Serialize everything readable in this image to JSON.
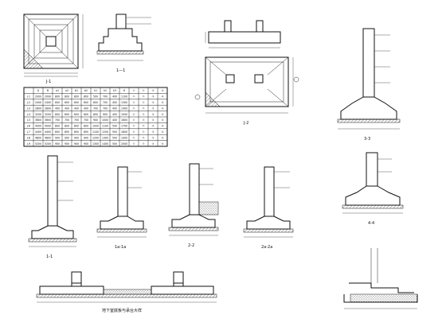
{
  "drawings": {
    "j1_plan_label": "J-1",
    "j1_section_label": "1—1",
    "j2_plan_label": "J-2",
    "s3_label": "3-3",
    "s4_label": "4-4",
    "s1_label": "1-1",
    "s1a_label": "1a-1a",
    "s2_label": "2-2",
    "s2a_label": "2a-2a",
    "bottom_caption": "地下室底板与承台大样"
  },
  "table": {
    "headers": [
      "",
      "A",
      "B",
      "a1",
      "a2",
      "b1",
      "b2",
      "h1",
      "h2",
      "h3",
      "H",
      "①",
      "②",
      "③",
      "④"
    ],
    "rows": [
      [
        "J-1",
        "2000",
        "2000",
        "800",
        "800",
        "800",
        "800",
        "500",
        "700",
        "400",
        "1100",
        "①",
        "②",
        "③",
        "④"
      ],
      [
        "J-2",
        "2400",
        "2400",
        "600",
        "600",
        "600",
        "600",
        "600",
        "700",
        "400",
        "1300",
        "①",
        "②",
        "③",
        "④"
      ],
      [
        "J-3",
        "2800",
        "2800",
        "400",
        "400",
        "400",
        "400",
        "700",
        "700",
        "400",
        "1400",
        "①",
        "②",
        "③",
        "④"
      ],
      [
        "J-4",
        "3200",
        "3200",
        "600",
        "600",
        "600",
        "600",
        "800",
        "900",
        "400",
        "1500",
        "①",
        "②",
        "③",
        "④"
      ],
      [
        "J-5",
        "3600",
        "3600",
        "700",
        "700",
        "700",
        "700",
        "900",
        "1000",
        "400",
        "1600",
        "①",
        "②",
        "③",
        "④"
      ],
      [
        "J-6",
        "4000",
        "4000",
        "800",
        "800",
        "800",
        "800",
        "1000",
        "1100",
        "500",
        "1700",
        "①",
        "②",
        "③",
        "④"
      ],
      [
        "J-7",
        "4400",
        "4400",
        "800",
        "800",
        "800",
        "800",
        "1100",
        "1200",
        "500",
        "1800",
        "①",
        "②",
        "③",
        "④"
      ],
      [
        "J-8",
        "4800",
        "4800",
        "900",
        "900",
        "900",
        "900",
        "1200",
        "1300",
        "500",
        "1900",
        "①",
        "②",
        "③",
        "④"
      ],
      [
        "J-9",
        "5200",
        "5200",
        "900",
        "900",
        "900",
        "900",
        "1300",
        "1400",
        "500",
        "2000",
        "①",
        "②",
        "③",
        "④"
      ]
    ]
  }
}
